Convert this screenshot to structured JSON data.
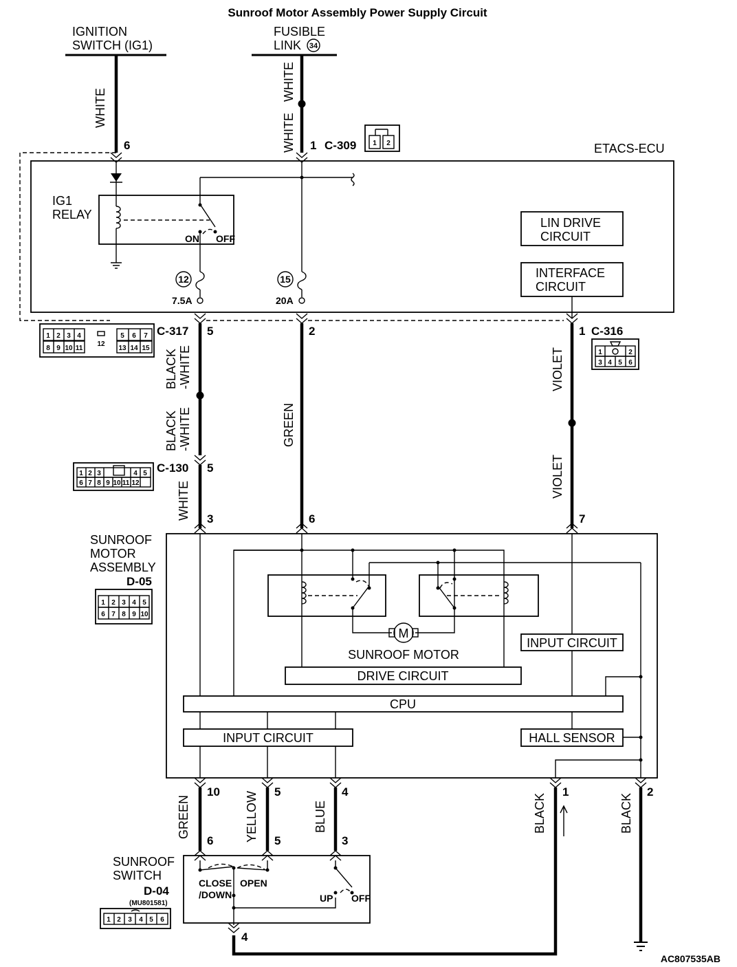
{
  "title": "Sunroof Motor Assembly Power Supply Circuit",
  "ref_code": "AC807535AB",
  "sources": {
    "ignition_switch": "IGNITION\nSWITCH (IG1)",
    "fusible_link": "FUSIBLE\nLINK",
    "fusible_link_no": "34"
  },
  "etacs": {
    "name": "ETACS-ECU",
    "relay": "IG1\nRELAY",
    "on": "ON",
    "off": "OFF",
    "lin_drive": "LIN DRIVE\nCIRCUIT",
    "interface": "INTERFACE\nCIRCUIT",
    "fuse_left_no": "12",
    "fuse_left_rating": "7.5A",
    "fuse_right_no": "15",
    "fuse_right_rating": "20A"
  },
  "connectors": {
    "c309": "C-309",
    "c317": "C-317",
    "c316": "C-316",
    "c130": "C-130",
    "d05": "D-05",
    "d04": "D-04",
    "d04_part": "(MU801581)"
  },
  "connector_pins": {
    "c309": [
      "1",
      "2"
    ],
    "c317_top": [
      "1",
      "2",
      "3",
      "4",
      "12",
      "5",
      "6",
      "7"
    ],
    "c317_bottom": [
      "8",
      "9",
      "10",
      "11",
      "13",
      "14",
      "15"
    ],
    "c316_top": [
      "1",
      "2"
    ],
    "c316_bottom": [
      "3",
      "4",
      "5",
      "6"
    ],
    "c130_top": [
      "1",
      "2",
      "3",
      "4",
      "5"
    ],
    "c130_bottom": [
      "6",
      "7",
      "8",
      "9",
      "10",
      "11",
      "12"
    ],
    "d05_top": [
      "1",
      "2",
      "3",
      "4",
      "5"
    ],
    "d05_bottom": [
      "6",
      "7",
      "8",
      "9",
      "10"
    ],
    "d04": [
      "1",
      "2",
      "3",
      "4",
      "5",
      "6"
    ]
  },
  "pins": {
    "ign_6": "6",
    "fl_1": "1",
    "c317_5": "5",
    "etacs_2": "2",
    "c316_1": "1",
    "c130_5": "5",
    "d05_3": "3",
    "d05_6": "6",
    "d05_7": "7",
    "d05_10": "10",
    "d05_5": "5",
    "d05_4": "4",
    "d05_1": "1",
    "d05_2": "2",
    "sw_6": "6",
    "sw_5": "5",
    "sw_3": "3",
    "sw_4": "4"
  },
  "wires": {
    "ign": "WHITE",
    "fl_a": "WHITE",
    "fl_b": "WHITE",
    "bw_a": "BLACK\n-WHITE",
    "bw_b": "BLACK\n-WHITE",
    "white_b": "WHITE",
    "green_mid": "GREEN",
    "violet_a": "VIOLET",
    "violet_b": "VIOLET",
    "green_low": "GREEN",
    "yellow": "YELLOW",
    "blue": "BLUE",
    "black_1": "BLACK",
    "black_2": "BLACK"
  },
  "motor_assembly": {
    "name": "SUNROOF\nMOTOR\nASSEMBLY",
    "motor": "SUNROOF MOTOR",
    "motor_symbol": "M",
    "drive": "DRIVE CIRCUIT",
    "cpu": "CPU",
    "input_left": "INPUT CIRCUIT",
    "input_right": "INPUT CIRCUIT",
    "hall": "HALL SENSOR"
  },
  "switch": {
    "name": "SUNROOF\nSWITCH",
    "close_down": "CLOSE\n/DOWN",
    "open": "OPEN",
    "up": "UP",
    "off": "OFF"
  }
}
